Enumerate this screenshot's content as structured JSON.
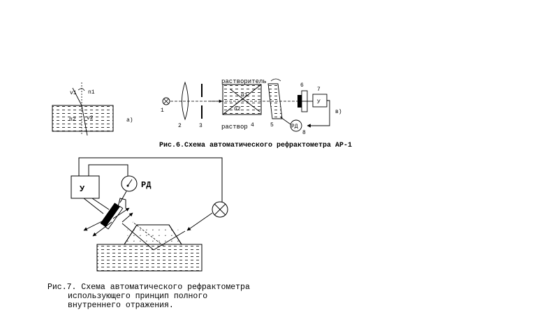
{
  "fig_a": {
    "label_n1": "n1",
    "label_n2": "n2",
    "label_v1": "v1",
    "label_v2": "v2",
    "label_a": "а)"
  },
  "fig_b": {
    "num_1": "1",
    "num_2": "2",
    "num_3": "3",
    "num_4": "4",
    "num_5": "5",
    "num_6": "6",
    "num_7": "7",
    "num_8": "8",
    "solvent": "растворитель",
    "solution": "раствор",
    "n1": "n1",
    "n2": "n2",
    "amp": "У",
    "pd": "РД",
    "label_b": "в)"
  },
  "caption6": "Рис.6.Схема автоматического рефрактометра АР-1",
  "fig7": {
    "amp": "У",
    "pd": "РД"
  },
  "caption7": {
    "line1": "Рис.7. Схема автоматического рефрактометра",
    "line2": "использующего принцип полного",
    "line3": "внутреннего отражения."
  }
}
